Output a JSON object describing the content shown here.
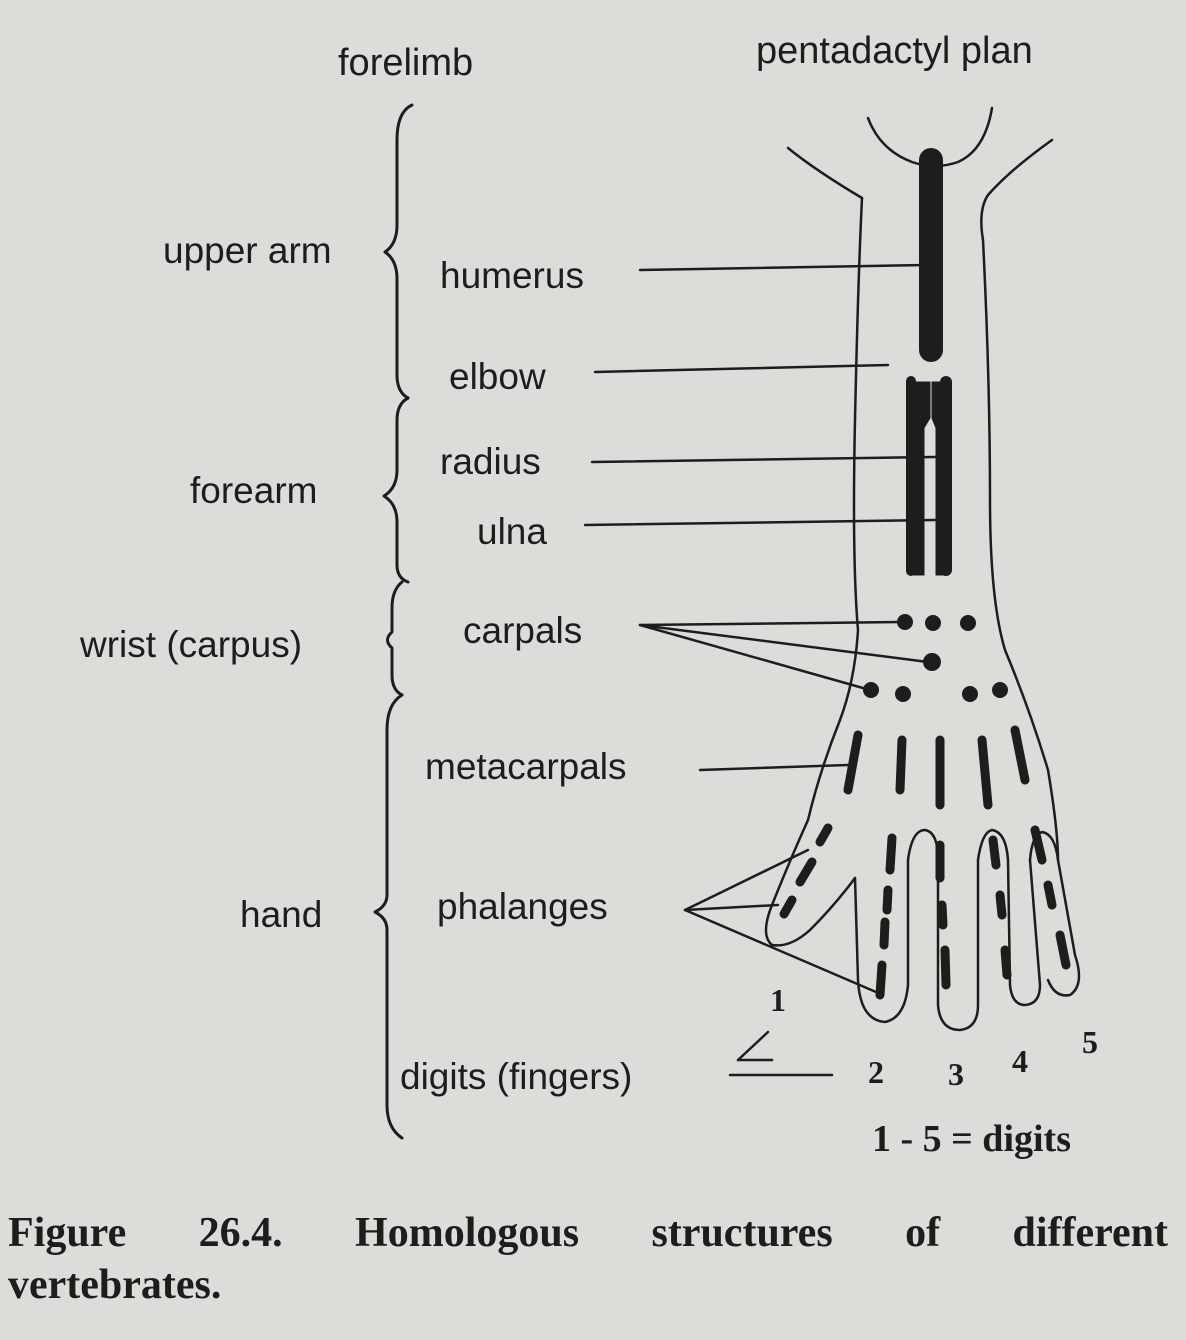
{
  "headings": {
    "forelimb": "forelimb",
    "plan": "pentadactyl plan"
  },
  "regions": {
    "upper_arm": "upper arm",
    "forearm": "forearm",
    "wrist": "wrist (carpus)",
    "hand": "hand"
  },
  "bones": {
    "humerus": "humerus",
    "elbow": "elbow",
    "radius": "radius",
    "ulna": "ulna",
    "carpals": "carpals",
    "metacarpals": "metacarpals",
    "phalanges": "phalanges",
    "digits": "digits (fingers)"
  },
  "digit_numbers": [
    "1",
    "2",
    "3",
    "4",
    "5"
  ],
  "digit_key": "1 - 5 = digits",
  "caption": "Figure 26.4. Homologous structures of different vertebrates.",
  "colors": {
    "background": "#dedcd8",
    "ink": "#1d1d1d"
  }
}
